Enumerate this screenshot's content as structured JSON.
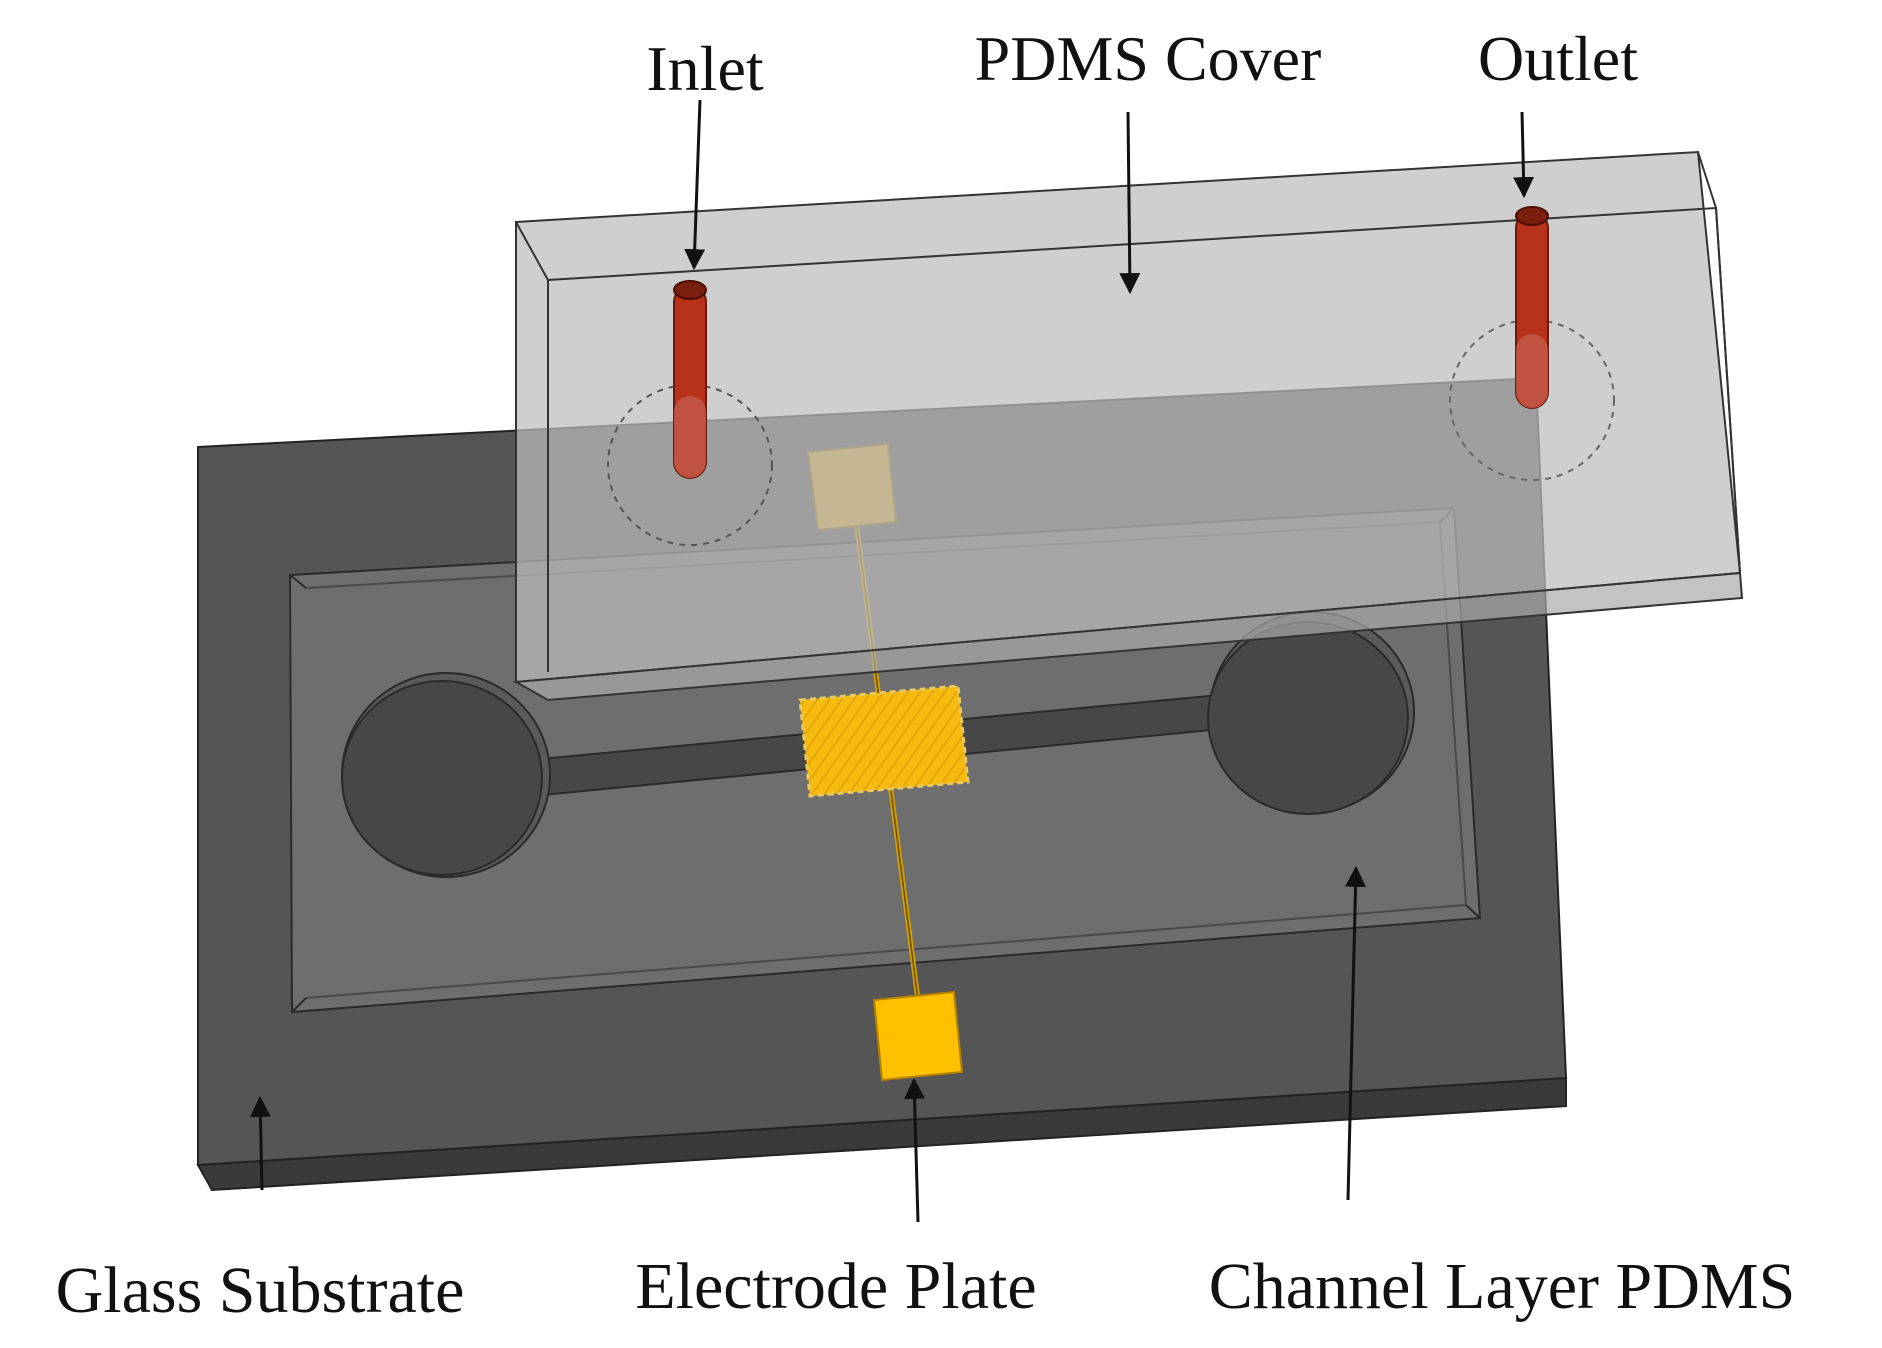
{
  "diagram": {
    "labels": {
      "inlet": "Inlet",
      "pdms_cover": "PDMS Cover",
      "outlet": "Outlet",
      "glass_substrate": "Glass Substrate",
      "electrode_plate": "Electrode Plate",
      "channel_layer": "Channel Layer PDMS"
    },
    "colors": {
      "glass_substrate": "#555555",
      "glass_substrate_edge": "#3a3a3a",
      "channel_layer": "#6e6e6e",
      "pdms_cover": "#bdbdbd",
      "channel": "#474747",
      "electrode": "#f5b800",
      "tube": "#b8321a",
      "outline": "#222222"
    },
    "icons": [
      "inlet-tube-icon",
      "outlet-tube-icon",
      "electrode-pad-icon",
      "electrode-wire-icon"
    ]
  }
}
